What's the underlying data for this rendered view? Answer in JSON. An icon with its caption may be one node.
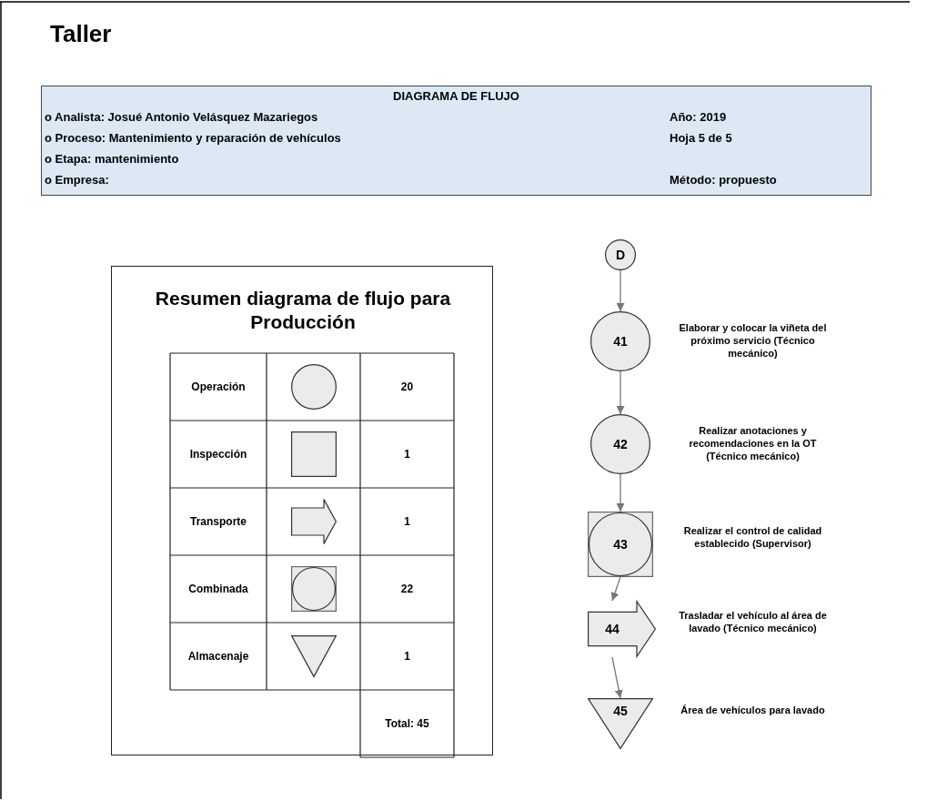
{
  "diagram": {
    "title": "Taller",
    "nodes": [
      {
        "text": [
          "DIAGRAMA DE FLUJO",
          "o Analista: Josué Antonio Velásquez Mazariegos",
          "Año: 2019",
          "o Proceso: Mantenimiento y reparación de vehículos",
          "Hoja 5 de 5",
          "o Etapa: mantenimiento",
          "o Empresa:",
          "Método: propuesto"
        ]
      },
      {
        "text": [
          "Resumen diagrama de flujo para Producción"
        ]
      },
      {
        "text": [
          "D"
        ]
      },
      {
        "text": [
          "41"
        ],
        "beside": [
          "Elaborar y colocar la viñeta del próximo servicio (Técnico mecánico)"
        ]
      },
      {
        "text": [
          "42"
        ],
        "beside": [
          "Realizar anotaciones y recomendaciones en la OT (Técnico mecánico)"
        ]
      },
      {
        "text": [
          "43"
        ],
        "beside": [
          "Realizar el control de calidad establecido (Supervisor)"
        ]
      },
      {
        "text": [
          "44"
        ],
        "beside": [
          "Trasladar el vehículo al área de lavado (Técnico mecánico)"
        ]
      },
      {
        "text": [
          "45"
        ],
        "beside": [
          "Área de vehículos para lavado"
        ]
      }
    ],
    "edges": [
      {
        "from": 2,
        "to": 3,
        "arrow": "to"
      },
      {
        "from": 3,
        "to": 4,
        "arrow": "to"
      },
      {
        "from": 4,
        "to": 5,
        "arrow": "to"
      },
      {
        "from": 5,
        "to": 6,
        "arrow": "to"
      },
      {
        "from": 6,
        "to": 7,
        "arrow": "to"
      }
    ],
    "labels": [
      "Operación",
      "20",
      "Inspección",
      "1",
      "Transporte",
      "1",
      "Combinada",
      "22",
      "Almacenaje",
      "1",
      "Total: 45"
    ]
  }
}
